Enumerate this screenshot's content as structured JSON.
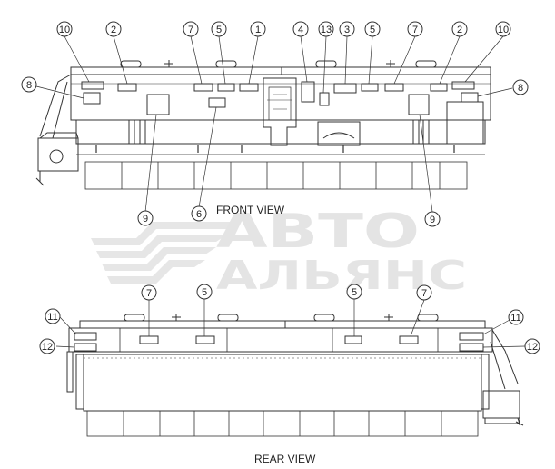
{
  "watermark": {
    "line1": "АВТО",
    "line2": "АЛЬЯНС"
  },
  "front_view": {
    "caption": "FRONT VIEW",
    "callouts": [
      "10",
      "2",
      "7",
      "5",
      "1",
      "4",
      "13",
      "3",
      "5",
      "7",
      "2",
      "10",
      "8",
      "8",
      "9",
      "6",
      "9"
    ]
  },
  "rear_view": {
    "caption": "REAR VIEW",
    "callouts": [
      "7",
      "5",
      "5",
      "7",
      "11",
      "12",
      "11",
      "12"
    ]
  }
}
